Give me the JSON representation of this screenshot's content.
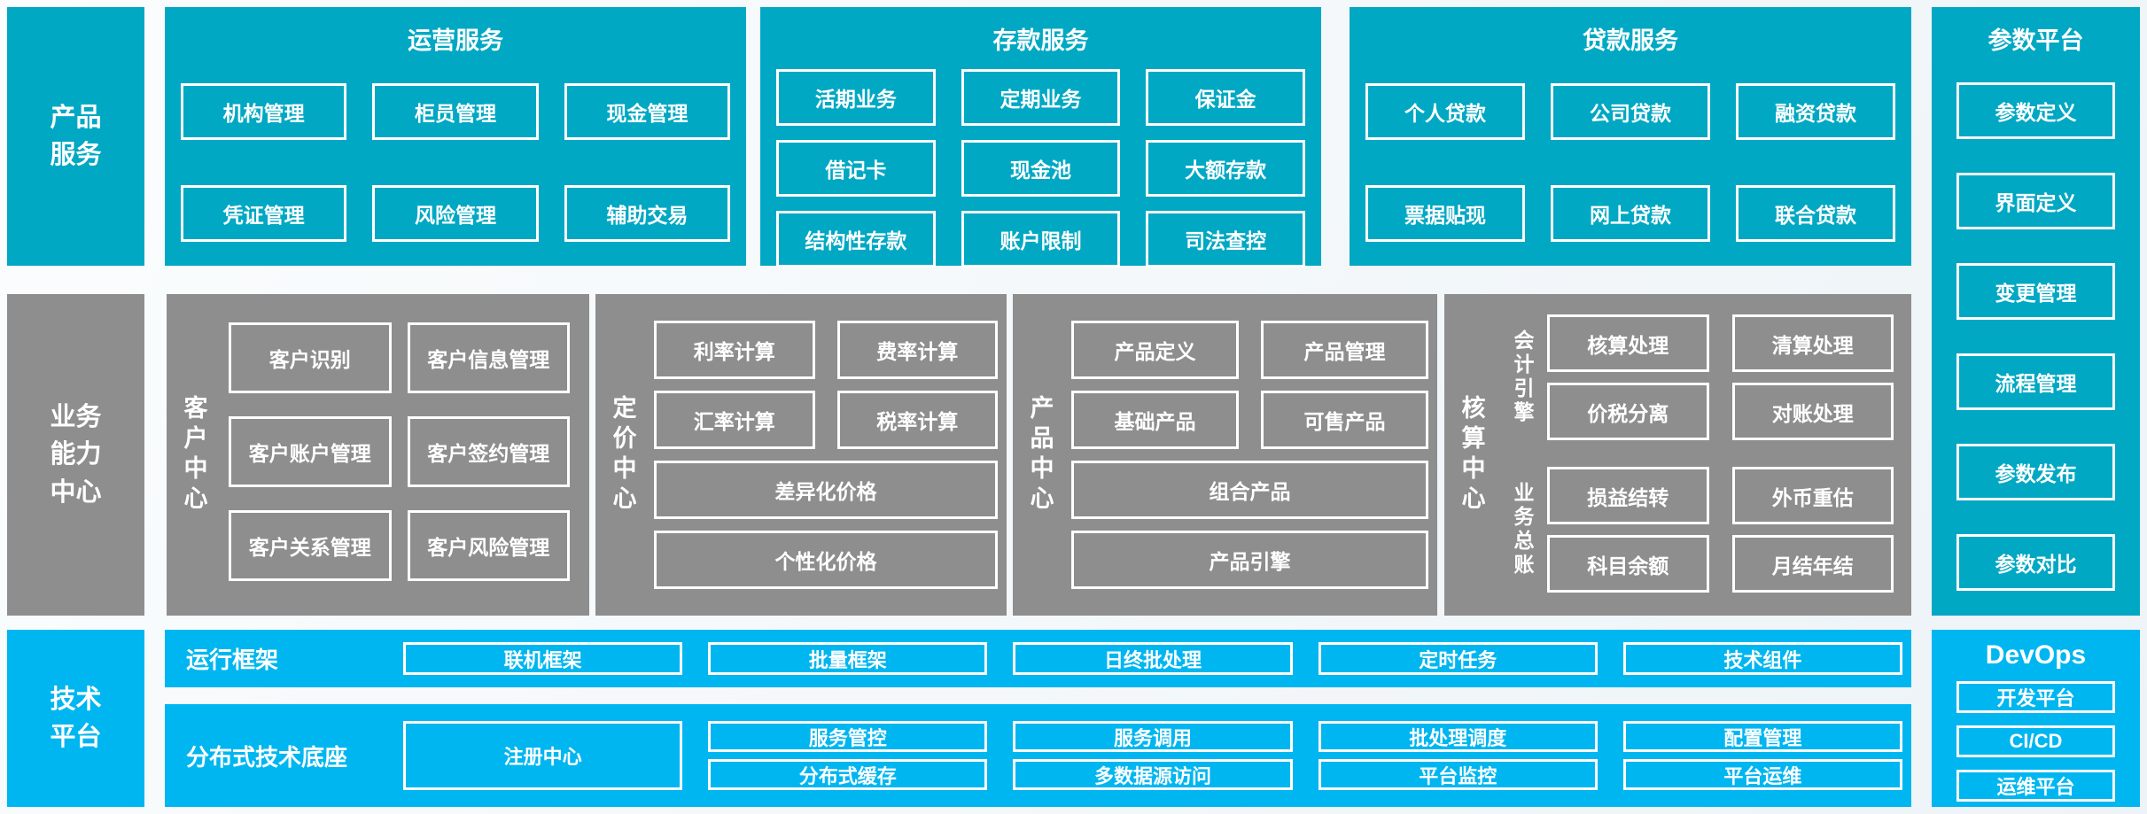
{
  "colors": {
    "teal": "#00a8c3",
    "gray": "#8e8e8e",
    "blue": "#00b6f0",
    "background": "#eef3f7",
    "text": "#ffffff"
  },
  "rails": {
    "product": "产品\n服务",
    "business": "业务\n能力\n中心",
    "tech": "技术\n平台"
  },
  "product_row": {
    "sections": [
      {
        "title": "运营服务",
        "rows": [
          [
            "机构管理",
            "柜员管理",
            "现金管理"
          ],
          [
            "凭证管理",
            "风险管理",
            "辅助交易"
          ]
        ]
      },
      {
        "title": "存款服务",
        "rows": [
          [
            "活期业务",
            "定期业务",
            "保证金"
          ],
          [
            "借记卡",
            "现金池",
            "大额存款"
          ],
          [
            "结构性存款",
            "账户限制",
            "司法查控"
          ]
        ]
      },
      {
        "title": "贷款服务",
        "rows": [
          [
            "个人贷款",
            "公司贷款",
            "融资贷款"
          ],
          [
            "票据贴现",
            "网上贷款",
            "联合贷款"
          ]
        ]
      }
    ]
  },
  "param_platform": {
    "title": "参数平台",
    "items": [
      "参数定义",
      "界面定义",
      "变更管理",
      "流程管理",
      "参数发布",
      "参数对比"
    ]
  },
  "business_row": {
    "centers": [
      {
        "label": "客户中心",
        "rows": [
          [
            "客户识别",
            "客户信息管理"
          ],
          [
            "客户账户管理",
            "客户签约管理"
          ],
          [
            "客户关系管理",
            "客户风险管理"
          ]
        ]
      },
      {
        "label": "定价中心",
        "pairs": [
          [
            "利率计算",
            "费率计算"
          ],
          [
            "汇率计算",
            "税率计算"
          ]
        ],
        "fulls": [
          "差异化价格",
          "个性化价格"
        ]
      },
      {
        "label": "产品中心",
        "pairs": [
          [
            "产品定义",
            "产品管理"
          ],
          [
            "基础产品",
            "可售产品"
          ]
        ],
        "fulls": [
          "组合产品",
          "产品引擎"
        ]
      },
      {
        "label": "核算中心",
        "groups": [
          {
            "label": "会计引擎",
            "rows": [
              [
                "核算处理",
                "清算处理"
              ],
              [
                "价税分离",
                "对账处理"
              ]
            ]
          },
          {
            "label": "业务总账",
            "rows": [
              [
                "损益结转",
                "外币重估"
              ],
              [
                "科目余额",
                "月结年结"
              ]
            ]
          }
        ]
      }
    ]
  },
  "tech_row": {
    "runtime": {
      "label": "运行框架",
      "items": [
        "联机框架",
        "批量框架",
        "日终批处理",
        "定时任务",
        "技术组件"
      ]
    },
    "base": {
      "label": "分布式技术底座",
      "registry": "注册中心",
      "grid": [
        [
          "服务管控",
          "服务调用",
          "批处理调度",
          "配置管理"
        ],
        [
          "分布式缓存",
          "多数据源访问",
          "平台监控",
          "平台运维"
        ]
      ]
    },
    "devops": {
      "title": "DevOps",
      "items": [
        "开发平台",
        "CI/CD",
        "运维平台"
      ]
    }
  }
}
